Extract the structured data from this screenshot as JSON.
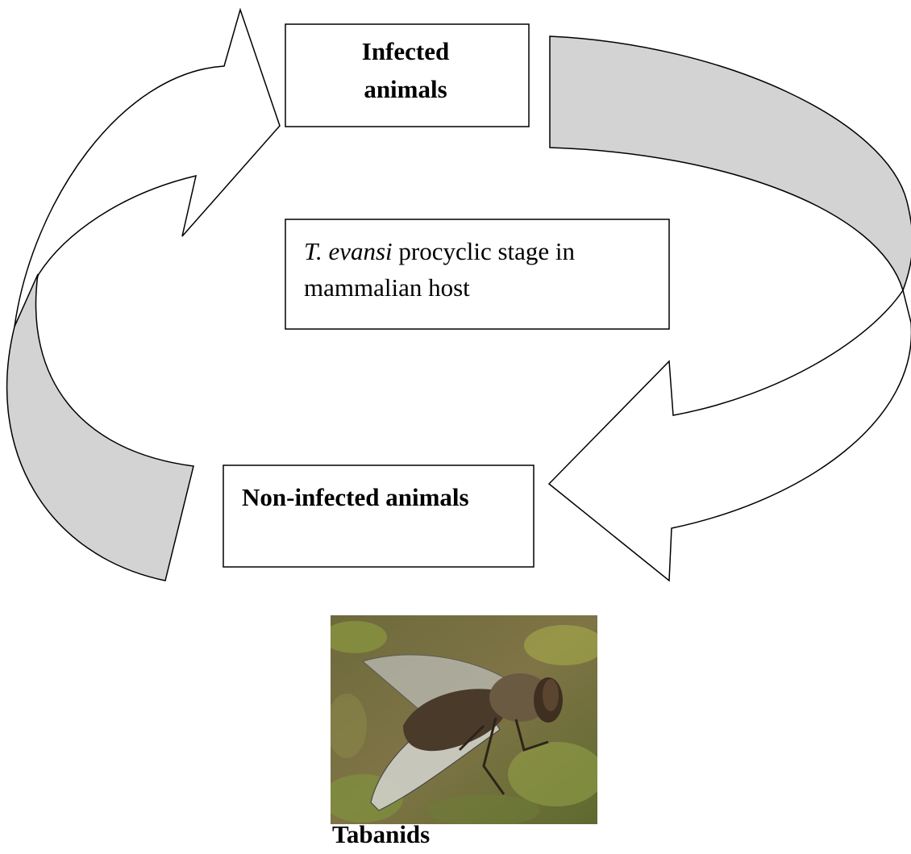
{
  "nodes": {
    "infected": {
      "line1": "Infected",
      "line2": "animals"
    },
    "center": {
      "line1_italic": "T. evansi",
      "line1_rest": " procyclic stage in",
      "line2": "mammalian host"
    },
    "non_infected": {
      "label": "Non-infected animals"
    }
  },
  "caption": "Tabanids",
  "colors": {
    "arrow_fill": "#d3d3d3",
    "stroke": "#000000",
    "box_fill": "#ffffff"
  },
  "icons": {
    "photo": "horse-fly-photo"
  }
}
